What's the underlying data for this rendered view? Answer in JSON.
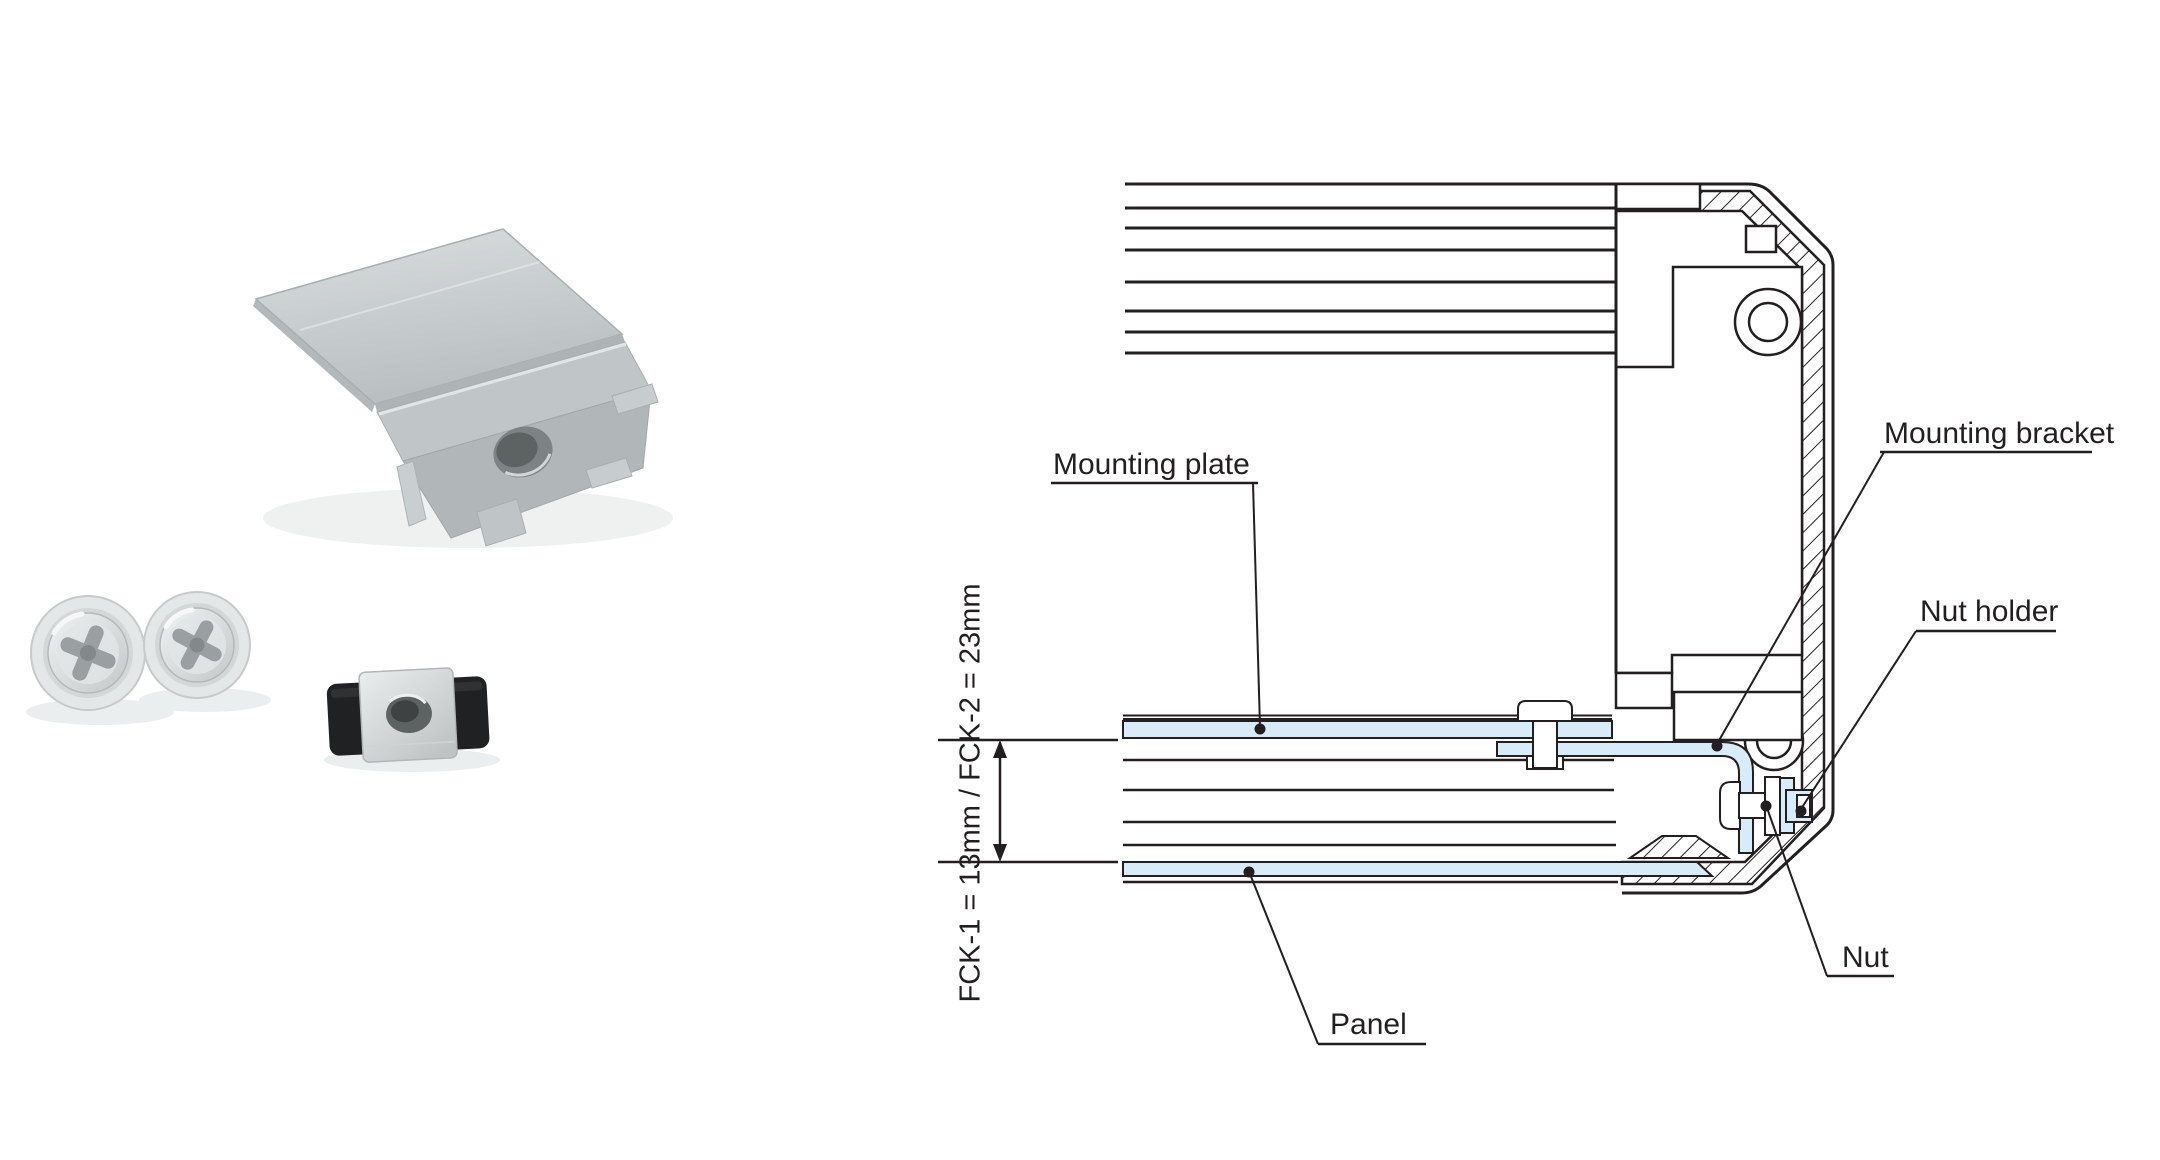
{
  "colors": {
    "background": "#ffffff",
    "line": "#231f20",
    "highlight_blue": "#d7ecf8",
    "metal_gray": "#c6cccd",
    "holder_black": "#1f2122"
  },
  "photo": {
    "items": [
      {
        "label": "pan-head screw with washer",
        "count": 2
      },
      {
        "label": "nut holder with square nut",
        "count": 1
      },
      {
        "label": "mounting bracket",
        "count": 1
      }
    ]
  },
  "diagram": {
    "labels": {
      "mounting_plate": "Mounting plate",
      "mounting_bracket": "Mounting bracket",
      "nut_holder": "Nut holder",
      "nut": "Nut",
      "panel": "Panel"
    },
    "dimension": {
      "text": "FCK-1 = 13mm / FCK-2 = 23mm",
      "fck1_mm": 13,
      "fck2_mm": 23
    }
  }
}
